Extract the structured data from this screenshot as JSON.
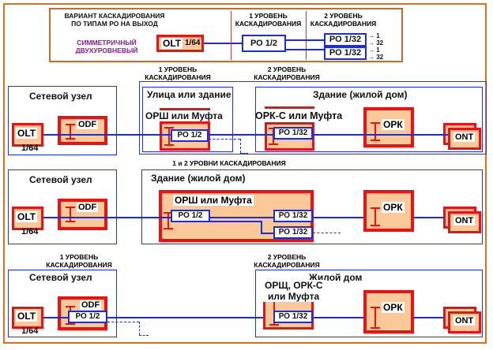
{
  "legend": {
    "title_line1": "ВАРИАНТ КАСКАДИРОВАНИЯ",
    "title_line2": "ПО ТИПАМ РО НА ВЫХОД",
    "variant_line1": "СИММЕТРИЧНЫЙ",
    "variant_line2": "ДВУХУРОВНЕВЫЙ",
    "variant_color": "#8a1a9a",
    "olt_label": "OLT",
    "olt_ratio": "1/64",
    "level1_line1": "1 УРОВЕНЬ",
    "level1_line2": "КАСКАДИРОВАНИЯ",
    "level2_line1": "2 УРОВЕНЬ",
    "level2_line2": "КАСКАДИРОВАНИЯ",
    "po_half": "РО 1/2",
    "po_32a": "РО 1/32",
    "po_32b": "РО 1/32",
    "out_first": "1",
    "out_last": "32"
  },
  "scheme1": {
    "level1_line1": "1 УРОВЕНЬ",
    "level1_line2": "КАСКАДИРОВАНИЯ",
    "level2_line1": "2 УРОВЕНЬ",
    "level2_line2": "КАСКАДИРОВАНИЯ",
    "node_title": "Сетевой узел",
    "olt_label": "OLT",
    "olt_ratio": "1/64",
    "odf_label": "ODF",
    "street_title": "Улица или здание",
    "splitter1_title": "ОРШ или Муфта",
    "po1": "РО 1/2",
    "building_title": "Здание (жилой дом)",
    "splitter2_title": "ОРК-С или Муфта",
    "po2": "РО 1/32",
    "ork_label": "ОРК",
    "ont_label": "ONT"
  },
  "scheme2": {
    "levels_label": "1 и 2 УРОВНИ КАСКАДИРОВАНИЯ",
    "node_title": "Сетевой узел",
    "olt_label": "OLT",
    "olt_ratio": "1/64",
    "odf_label": "ODF",
    "building_title": "Здание (жилой дом)",
    "splitter_title": "ОРШ или Муфта",
    "po1": "РО 1/2",
    "po2a": "РО 1/32",
    "po2b": "РО 1/32",
    "ork_label": "ОРК",
    "ont_label": "ONT"
  },
  "scheme3": {
    "level1_line1": "1 УРОВЕНЬ",
    "level1_line2": "КАСКАДИРОВАНИЯ",
    "level2_line1": "2 УРОВЕНЬ",
    "level2_line2": "КАСКАДИРОВАНИЯ",
    "node_title": "Сетевой узел",
    "olt_label": "OLT",
    "olt_ratio": "1/64",
    "odf_label": "ODF",
    "po1": "РО 1/2",
    "house_title": "Жилой дом",
    "splitter_title_line1": "ОРЩ, ОРК-С",
    "splitter_title_line2": "или Муфта",
    "po2": "РО 1/32",
    "ork_label": "ОРК",
    "ont_label": "ONT"
  }
}
